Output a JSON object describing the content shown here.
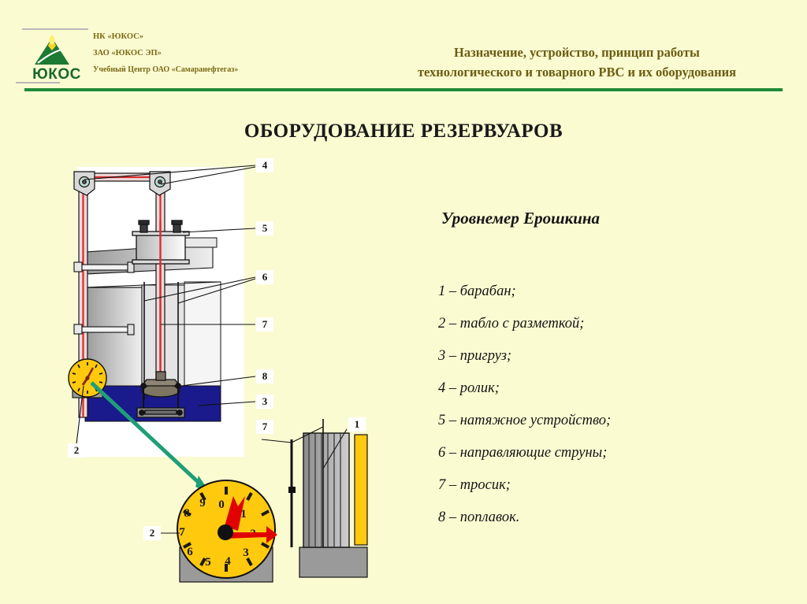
{
  "header": {
    "org_lines": [
      "НК «ЮКОС»",
      "ЗАО «ЮКОС ЭП»",
      "Учебный Центр ОАО «Самаранефтегаз»"
    ],
    "logo_word": "ЮКОС",
    "title_line1": "Назначение, устройство, принцип работы",
    "title_line2": "технологического и товарного РВС и их оборудования",
    "rule_color": "#1f8a37",
    "text_color": "#6b5d12"
  },
  "slide": {
    "title": "ОБОРУДОВАНИЕ    РЕЗЕРВУАРОВ",
    "background": "#fbfbd2"
  },
  "right_panel": {
    "title": "Уровнемер Ерошкина",
    "legend": [
      "1 – барабан;",
      "2 – табло с разметкой;",
      "3 – пригруз;",
      "4 – ролик;",
      "5 – натяжное устройство;",
      "6 – направляющие струны;",
      "7 – тросик;",
      "8 – поплавок."
    ]
  },
  "diagram": {
    "callouts": [
      {
        "id": "callout-4",
        "label": "4"
      },
      {
        "id": "callout-5",
        "label": "5"
      },
      {
        "id": "callout-6",
        "label": "6"
      },
      {
        "id": "callout-7",
        "label": "7"
      },
      {
        "id": "callout-8",
        "label": "8"
      },
      {
        "id": "callout-3",
        "label": "3"
      },
      {
        "id": "callout-2-tank",
        "label": "2"
      },
      {
        "id": "callout-7-dial",
        "label": "7"
      },
      {
        "id": "callout-2-dial",
        "label": "2"
      },
      {
        "id": "callout-1-drum",
        "label": "1"
      }
    ],
    "dial_numbers": [
      "0",
      "1",
      "2",
      "3",
      "4",
      "5",
      "6",
      "7",
      "8",
      "9"
    ],
    "colors": {
      "liquid": "#1a1a8c",
      "dial_face": "#ffc90e",
      "pointer": "#e00000",
      "cable": "#e03030",
      "arrow": "#1f9e78",
      "metal": "#8f8f8f",
      "panel": "#ffffff"
    }
  }
}
